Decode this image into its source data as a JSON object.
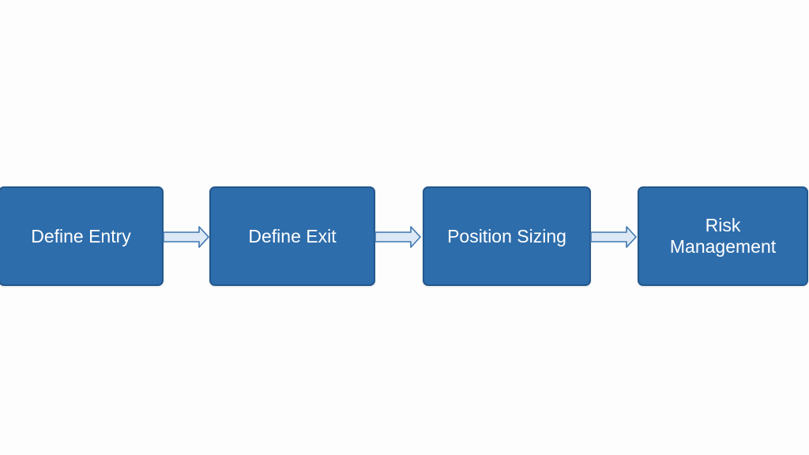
{
  "diagram": {
    "steps": [
      {
        "label": "Define Entry"
      },
      {
        "label": "Define Exit"
      },
      {
        "label": "Position Sizing"
      },
      {
        "label": "Risk Management"
      }
    ],
    "connectors": [
      {
        "from": "Define Entry",
        "to": "Define Exit"
      },
      {
        "from": "Define Exit",
        "to": "Position Sizing"
      },
      {
        "from": "Position Sizing",
        "to": "Risk Management"
      }
    ]
  },
  "colors": {
    "box_fill": "#2e6dab",
    "box_border": "#22578c",
    "text": "#ffffff",
    "arrow_fill": "#dce8f5",
    "arrow_stroke": "#3f76b0",
    "background": "#ffffff"
  }
}
